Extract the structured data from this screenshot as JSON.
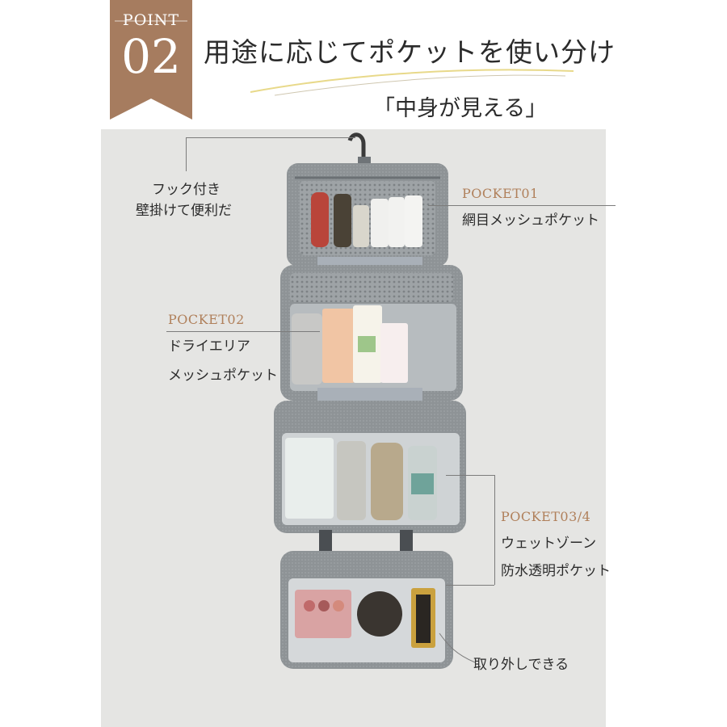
{
  "badge": {
    "word": "POINT",
    "number": "02",
    "color": "#a67c5f"
  },
  "header": {
    "title": "用途に応じてポケットを使い分け",
    "subtitle": "「中身が見える」"
  },
  "callouts": {
    "hook": {
      "line1": "フック付き",
      "line2": "壁掛けて便利だ"
    },
    "pocket01": {
      "tag": "POCKET01",
      "line1": "網目メッシュポケット"
    },
    "pocket02": {
      "tag": "POCKET02",
      "line1": "ドライエリア",
      "line2": "メッシュポケット"
    },
    "pocket34": {
      "tag": "POCKET03/4",
      "line1": "ウェットゾーン",
      "line2": "防水透明ポケット"
    },
    "detach": {
      "line1": "取り外しできる"
    }
  },
  "colors": {
    "accent": "#b0805b",
    "bag_gray": "#8e9396",
    "background_panel": "#e5e5e3"
  }
}
